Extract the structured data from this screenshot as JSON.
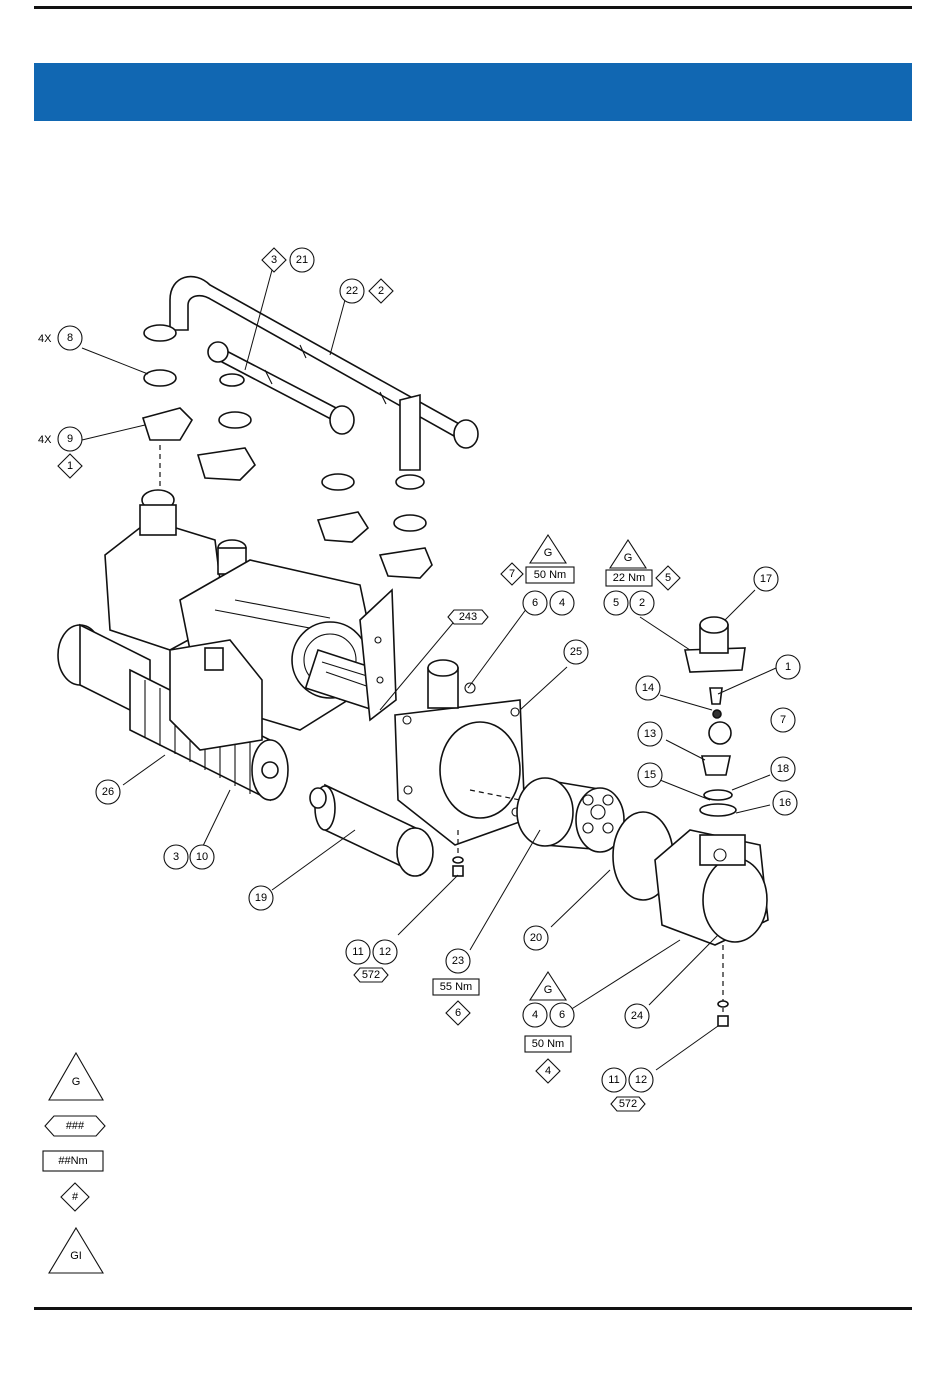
{
  "document": {
    "accent_color": "#1167b2",
    "line_color": "#111111"
  },
  "prefixes": {
    "qty_4x_a": "4X",
    "qty_4x_b": "4X"
  },
  "callouts": [
    "3",
    "21",
    "22",
    "2",
    "8",
    "9",
    "1",
    "7",
    "4",
    "6",
    "5",
    "2",
    "17",
    "243",
    "25",
    "14",
    "1",
    "7",
    "13",
    "18",
    "15",
    "16",
    "26",
    "3",
    "10",
    "19",
    "11",
    "12",
    "23",
    "20",
    "24",
    "4",
    "6",
    "11",
    "12",
    "6",
    "4"
  ],
  "seq": {
    "c_3a": "3",
    "c_21": "21",
    "c_22": "22",
    "c_2a": "2",
    "c_8": "8",
    "c_9": "9",
    "c_1a": "1",
    "c_7a": "7",
    "c_6a": "6",
    "c_4a": "4",
    "c_5a": "5",
    "c_5b": "5",
    "c_2b": "2",
    "c_17": "17",
    "c_243": "243",
    "c_25": "25",
    "c_14": "14",
    "c_1b": "1",
    "c_7b": "7",
    "c_13": "13",
    "c_18": "18",
    "c_15": "15",
    "c_16": "16",
    "c_26": "26",
    "c_3b": "3",
    "c_10": "10",
    "c_19": "19",
    "c_11a": "11",
    "c_12a": "12",
    "c_23": "23",
    "c_6b": "6",
    "c_20": "20",
    "c_24": "24",
    "c_4b": "4",
    "c_6c": "6",
    "c_4c": "4",
    "c_11b": "11",
    "c_12b": "12"
  },
  "torque": {
    "t_50a": "50 Nm",
    "t_22": "22 Nm",
    "t_55": "55 Nm",
    "t_50b": "50 Nm"
  },
  "threadlock": {
    "tl_572a": "572",
    "tl_572b": "572"
  },
  "grease": {
    "g_a": "G",
    "g_b": "G",
    "g_c": "G"
  },
  "legend": {
    "grease_symbol": "G",
    "threadlock_symbol": "###",
    "torque_symbol": "##Nm",
    "step_symbol": "#",
    "gi_symbol": "GI"
  }
}
